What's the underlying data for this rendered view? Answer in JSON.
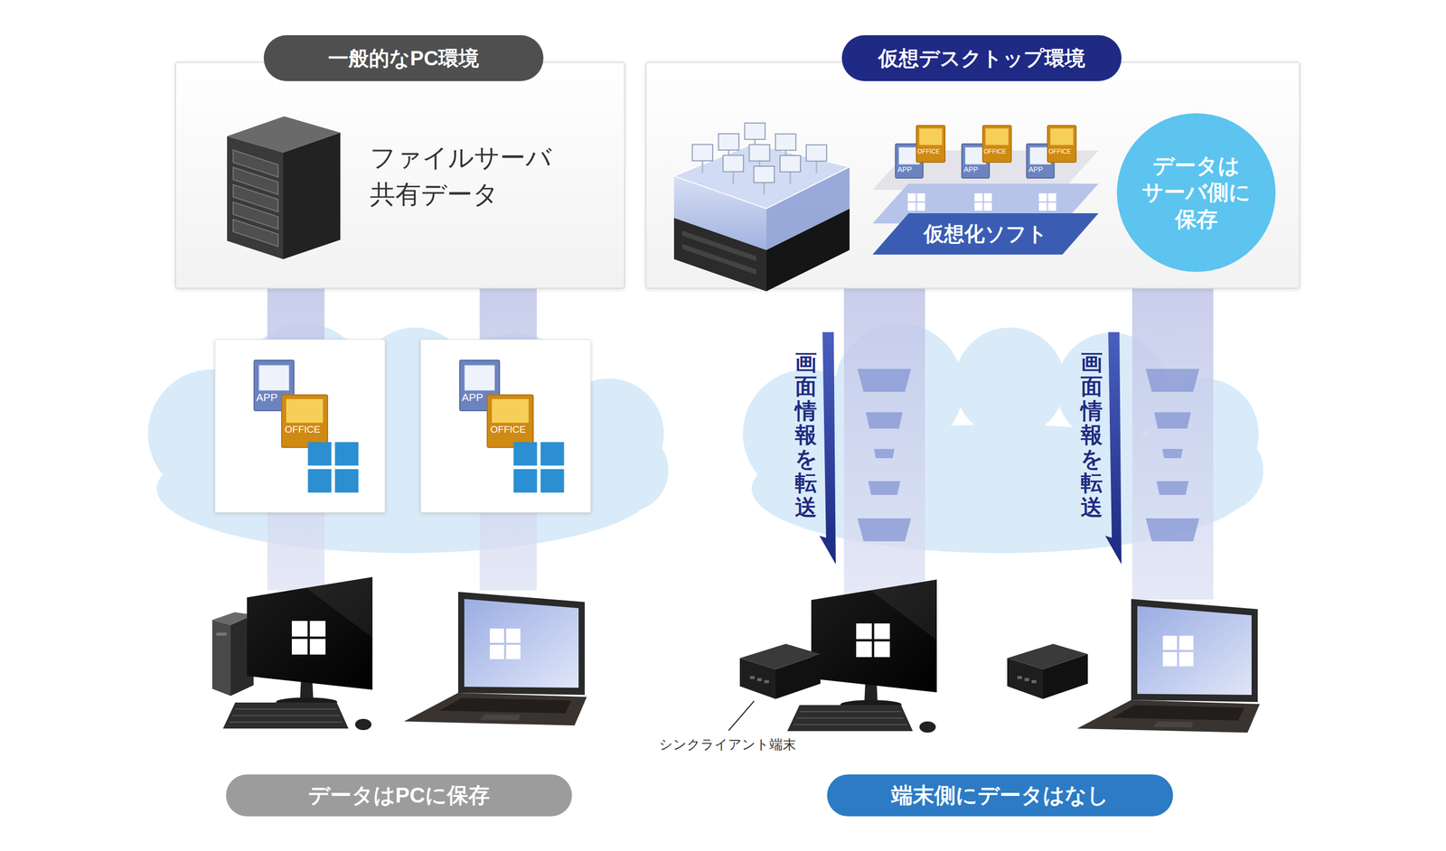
{
  "diagram": {
    "nodes": [
      {
        "text": [
          "一般的なPC環境",
          "ファイルサーバ 共有データ"
        ]
      },
      {
        "text": [
          "仮想デスクトップ環境"
        ]
      },
      {
        "text": [
          "仮想化ソフト"
        ],
        "in": 1
      },
      {
        "text": [
          "データは サーバ側に 保存"
        ],
        "in": 1
      },
      {
        "text": [
          "APP",
          "OFFICE"
        ]
      },
      {
        "text": [
          "APP",
          "OFFICE"
        ]
      },
      {
        "text": [
          "データはPCに保存"
        ]
      },
      {
        "text": [
          "端末側にデータはなし"
        ]
      }
    ],
    "labels": [
      "APP",
      "OFFICE",
      "APP",
      "OFFICE",
      "APP",
      "OFFICE",
      "画面情報を転送",
      "画面情報を転送",
      "シンクライアント端末"
    ]
  }
}
